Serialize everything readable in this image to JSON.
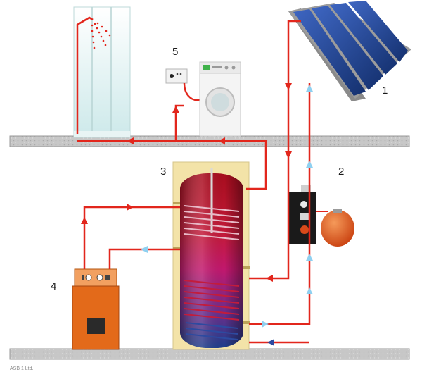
{
  "labels": {
    "solar_collector": "1",
    "pump_station": "2",
    "storage_tank": "3",
    "boiler": "4",
    "thermostatic_mixer": "5"
  },
  "caption": "ASB 1 Ltd.",
  "colors": {
    "hot_pipe": "#e2261c",
    "cold_pipe": "#8fd0f0",
    "floor": "#c9c9c9",
    "tank_body": "#b0132f",
    "tank_jacket": "#f3e3a8",
    "boiler": "#e36a1a",
    "collector": "#1e3f8c",
    "expansion_vessel": "#e05a1e"
  },
  "icons": [
    "shower-icon",
    "washing-machine-icon",
    "thermostatic-mixer-icon",
    "solar-collector-icon",
    "pump-station-icon",
    "expansion-vessel-icon",
    "boiler-icon",
    "storage-tank-icon"
  ]
}
